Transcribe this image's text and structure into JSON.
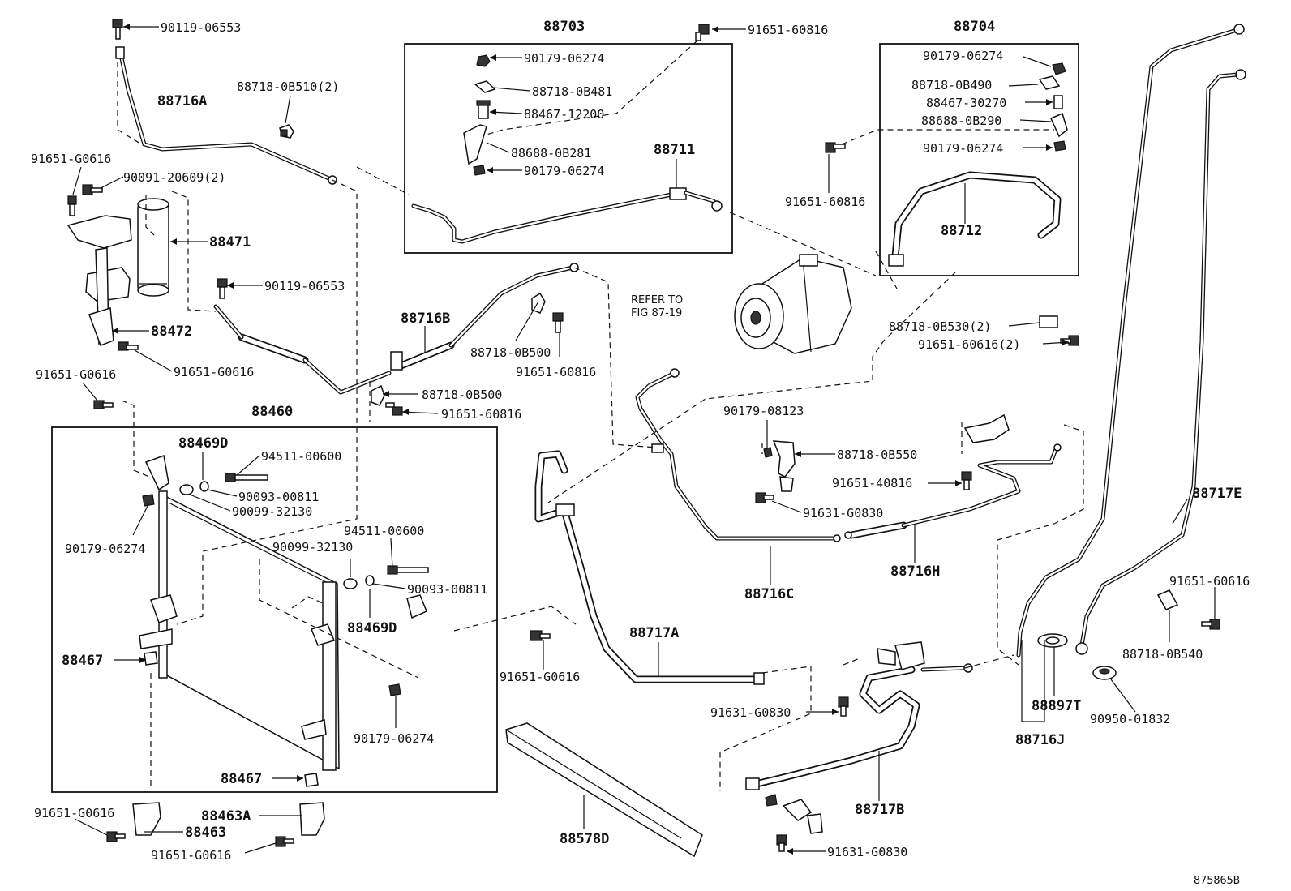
{
  "labels": {
    "p90119_06553_a": "90119-06553",
    "p88716A": "88716A",
    "p88718_0B510": "88718-0B510(2)",
    "p91651_G0616_a": "91651-G0616",
    "p90091_20609": "90091-20609(2)",
    "p88471": "88471",
    "p90119_06553_b": "90119-06553",
    "p88472": "88472",
    "p91651_G0616_b": "91651-G0616",
    "p91651_G0616_c": "91651-G0616",
    "p88460": "88460",
    "p88469D_a": "88469D",
    "p94511_00600_a": "94511-00600",
    "p90093_00811_a": "90093-00811",
    "p90099_32130_a": "90099-32130",
    "p90179_06274_a": "90179-06274",
    "p94511_00600_b": "94511-00600",
    "p90099_32130_b": "90099-32130",
    "p90093_00811_b": "90093-00811",
    "p88469D_b": "88469D",
    "p88467_a": "88467",
    "p90179_06274_b": "90179-06274",
    "p88467_b": "88467",
    "p91651_G0616_d": "91651-G0616",
    "p88463": "88463",
    "p88463A": "88463A",
    "p91651_G0616_e": "91651-G0616",
    "p88703": "88703",
    "p90179_06274_c": "90179-06274",
    "p88718_0B481": "88718-0B481",
    "p88467_12200": "88467-12200",
    "p88688_0B281": "88688-0B281",
    "p90179_06274_d": "90179-06274",
    "p88711": "88711",
    "p91651_60816_a": "91651-60816",
    "p88716B": "88716B",
    "p88718_0B500_a": "88718-0B500",
    "p91651_60816_b": "91651-60816",
    "p88718_0B500_b": "88718-0B500",
    "p91651_60816_c": "91651-60816",
    "p88704": "88704",
    "p90179_06274_e": "90179-06274",
    "p88718_0B490": "88718-0B490",
    "p88467_30270": "88467-30270",
    "p88688_0B290": "88688-0B290",
    "p90179_06274_f": "90179-06274",
    "p91651_60816_d": "91651-60816",
    "p88712": "88712",
    "refer_line1": "REFER TO",
    "refer_line2": "FIG 87-19",
    "p88718_0B530": "88718-0B530(2)",
    "p91651_60616_a": "91651-60616(2)",
    "p90179_08123": "90179-08123",
    "p88718_0B550": "88718-0B550",
    "p91651_40816": "91651-40816",
    "p91631_G0830_a": "91631-G0830",
    "p88716C": "88716C",
    "p88716H": "88716H",
    "p88717E": "88717E",
    "p91651_60616_b": "91651-60616",
    "p88718_0B540": "88718-0B540",
    "p90950_01832": "90950-01832",
    "p88897T": "88897T",
    "p88716J": "88716J",
    "p88717A": "88717A",
    "p91651_G0616_f": "91651-G0616",
    "p91631_G0830_b": "91631-G0830",
    "p88717B": "88717B",
    "p88578D": "88578D",
    "p91631_G0830_c": "91631-G0830",
    "figure_id": "875865B"
  }
}
